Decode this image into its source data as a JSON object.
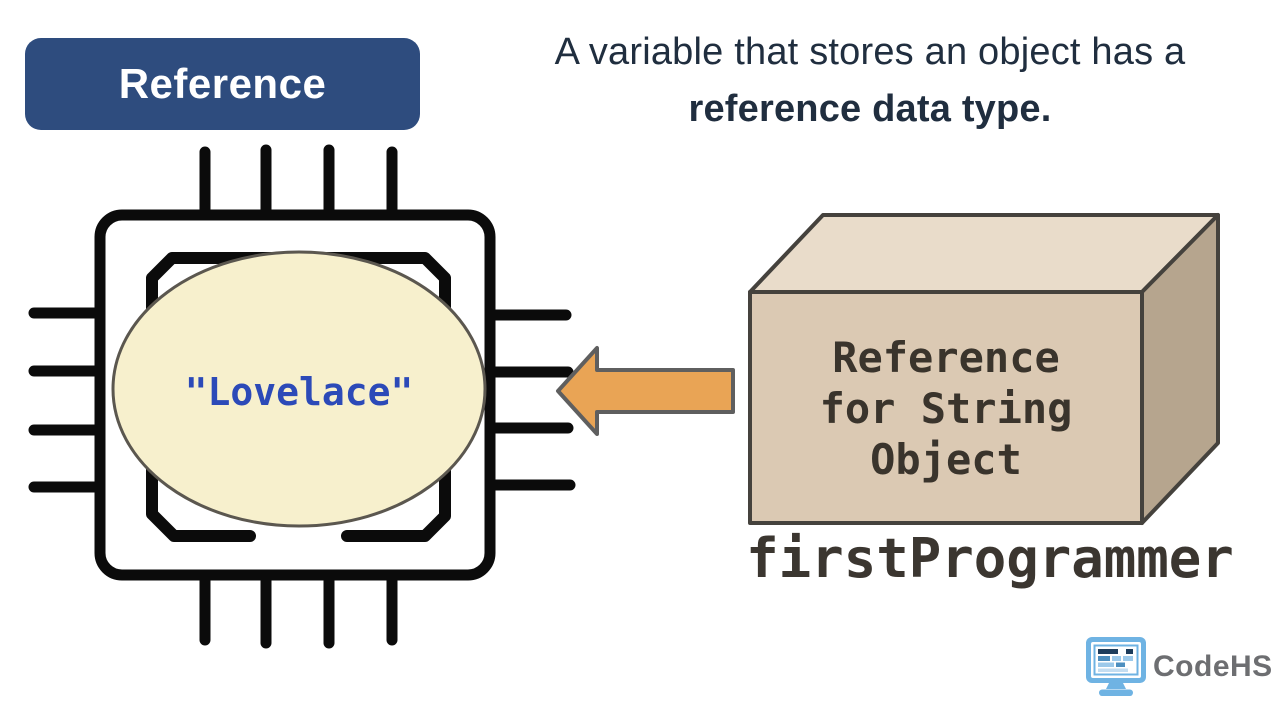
{
  "badge": {
    "label": "Reference",
    "bg_color": "#2E4C7E",
    "text_color": "#FFFFFF"
  },
  "headline": {
    "line1": "A variable that stores an object has a",
    "line2": "reference data type.",
    "color": "#202E3F"
  },
  "chip": {
    "value": "\"Lovelace\"",
    "value_color": "#2C4AB8",
    "ellipse_fill": "#F7F0CD",
    "ellipse_stroke": "#5B574F",
    "outline_color": "#0B0B0B"
  },
  "arrow": {
    "direction": "left",
    "fill": "#E9A455",
    "stroke": "#5F5F5F"
  },
  "box": {
    "label_lines": [
      "Reference",
      "for String",
      "Object"
    ],
    "variable_name": "firstProgrammer",
    "front_fill": "#DBC9B3",
    "top_fill": "#E9DCCA",
    "side_fill": "#B6A58E",
    "stroke": "#45423D",
    "text_color": "#3A342C",
    "variable_color": "#3B3630"
  },
  "logo": {
    "text": "CodeHS",
    "text_color": "#6D6E71",
    "icon_blue": "#6FB3E3",
    "icon_navy": "#1E3D5C",
    "icon_mid_blue": "#4E8FBF",
    "icon_light_blue": "#9CC9EA",
    "icon_pale_blue": "#C3DDF1"
  }
}
